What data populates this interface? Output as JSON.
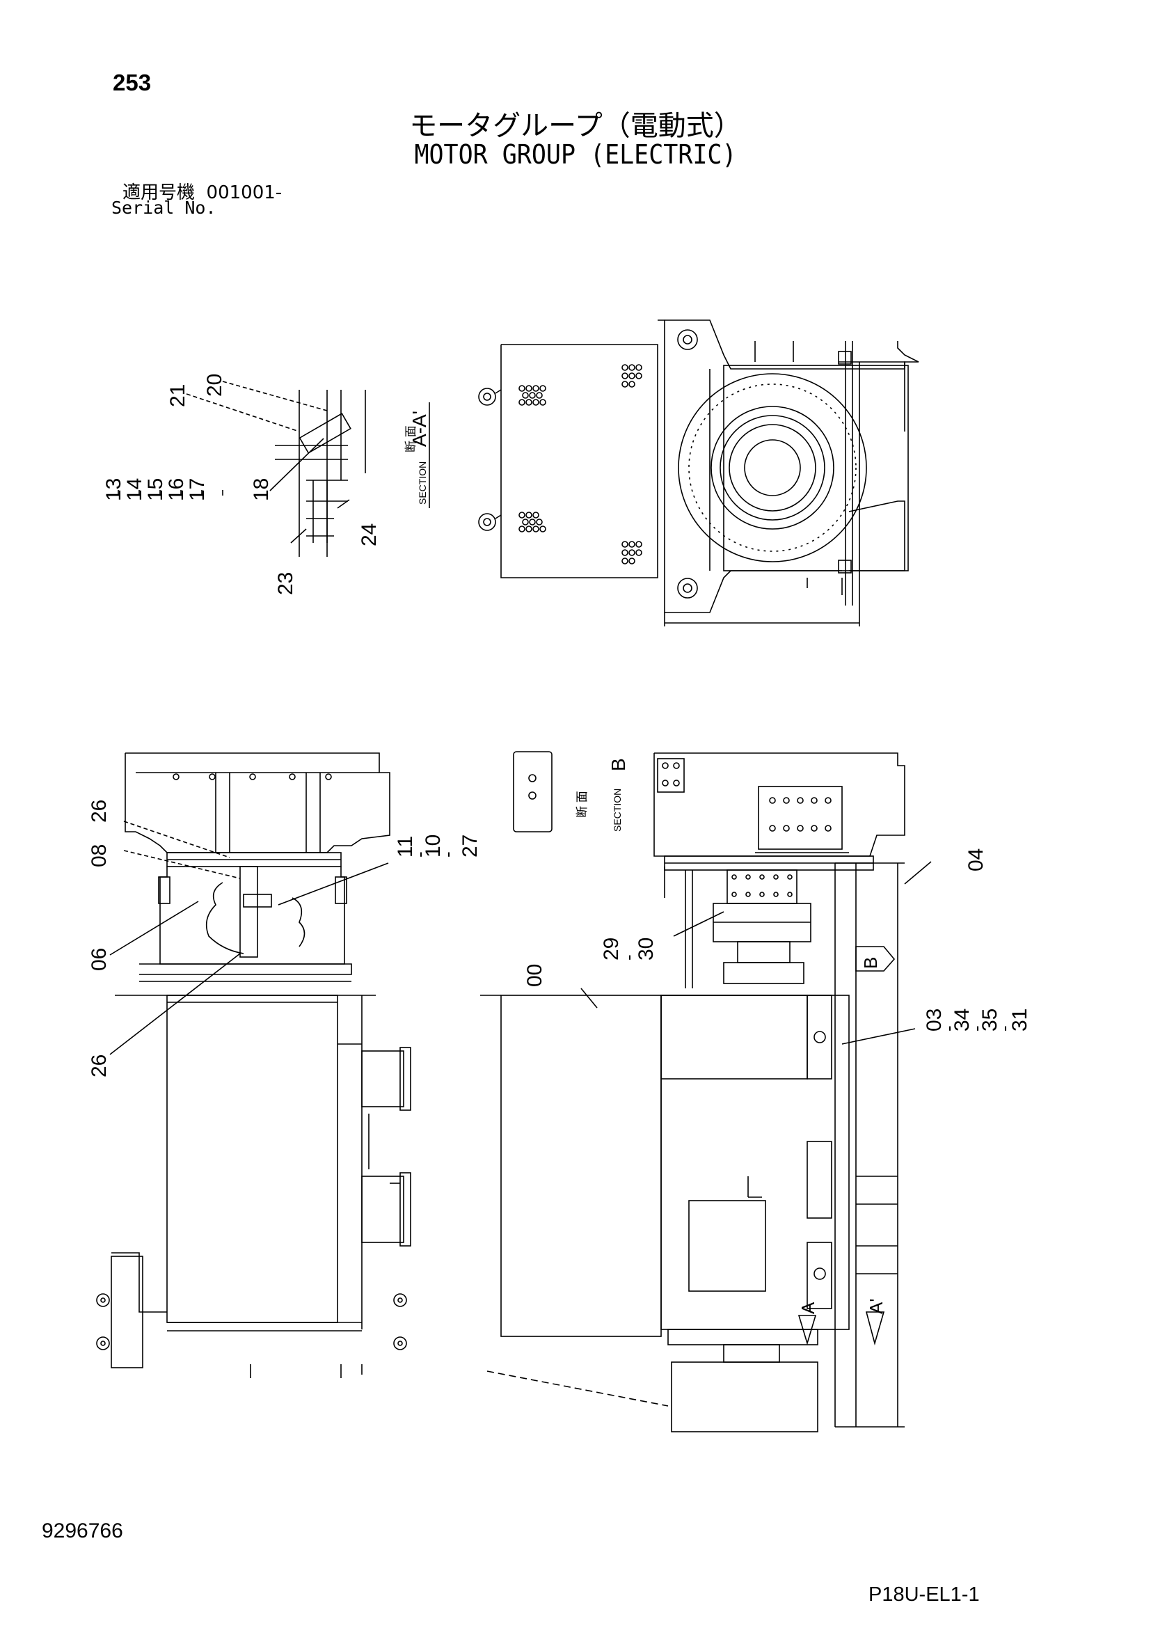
{
  "header": {
    "page_number": "253",
    "title_jp": "モータグループ（電動式）",
    "title_en": "MOTOR GROUP (ELECTRIC)",
    "serial_label_jp": "適用号機",
    "serial_value": "001001-",
    "serial_label_en": "Serial No."
  },
  "views": {
    "section_aa": {
      "jp": "断 面",
      "en": "SECTION",
      "mark": "A-A'"
    },
    "section_b": {
      "jp": "断 面",
      "en": "SECTION",
      "mark": "B"
    },
    "arrow_b": "B",
    "arrow_a": "A",
    "arrow_a_prime": "A'"
  },
  "callouts": {
    "c13": "13",
    "c14": "14",
    "c15": "15",
    "c16": "16",
    "c17": "17",
    "c18": "18",
    "c20": "20",
    "c21": "21",
    "c23": "23",
    "c24": "24",
    "c26a": "26",
    "c08": "08",
    "c06": "06",
    "c26b": "26",
    "c11": "11",
    "c10": "10",
    "c27": "27",
    "c29": "29",
    "c30": "30",
    "c00": "00",
    "c04": "04",
    "c03": "03",
    "c34": "34",
    "c35": "35",
    "c31": "31"
  },
  "footer": {
    "doc_number": "9296766",
    "sheet_code": "P18U-EL1-1"
  }
}
